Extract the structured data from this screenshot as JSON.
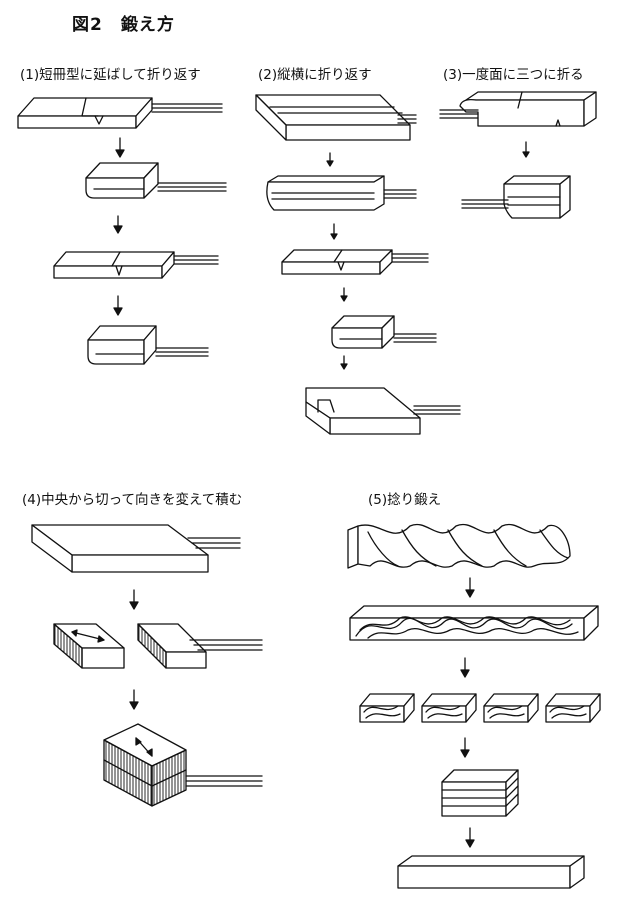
{
  "figure": {
    "title": "図2　鍛え方"
  },
  "sections": [
    {
      "caption": "(1)短冊型に延ばして折り返す"
    },
    {
      "caption": "(2)縦横に折り返す"
    },
    {
      "caption": "(3)一度面に三つに折る"
    },
    {
      "caption": "(4)中央から切って向きを変えて積む"
    },
    {
      "caption": "(5)捻り鍛え"
    }
  ]
}
